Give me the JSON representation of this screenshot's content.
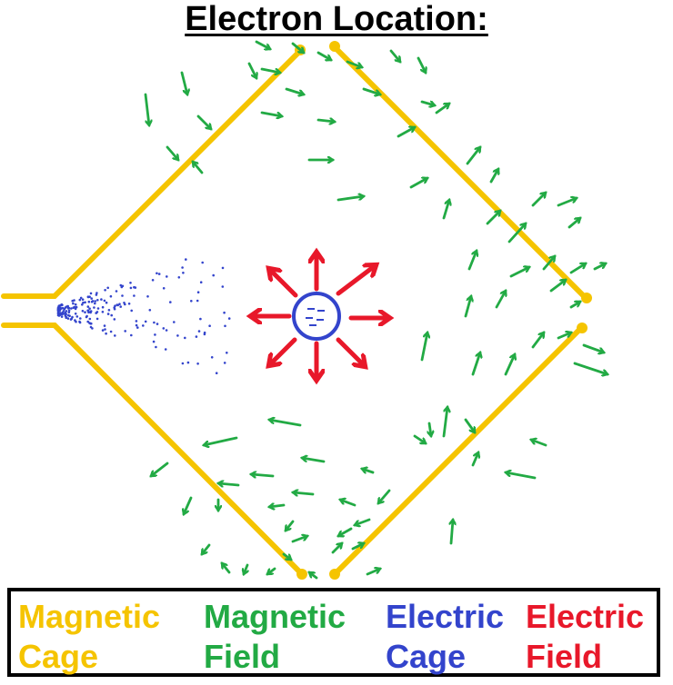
{
  "title": "Electron Location:",
  "colors": {
    "magnetic_cage": "#f5c400",
    "magnetic_field": "#22aa44",
    "electric_cage": "#3344cc",
    "electric_field": "#e8182a"
  },
  "center_symbol": "electron-minus-signs-icon",
  "legend": [
    {
      "line1": "Magnetic",
      "line2": "Cage",
      "color": "#f5c400"
    },
    {
      "line1": "Magnetic",
      "line2": "Field",
      "color": "#22aa44"
    },
    {
      "line1": "Electric",
      "line2": "Cage",
      "color": "#3344cc"
    },
    {
      "line1": "Electric",
      "line2": "Field",
      "color": "#e8182a"
    }
  ]
}
